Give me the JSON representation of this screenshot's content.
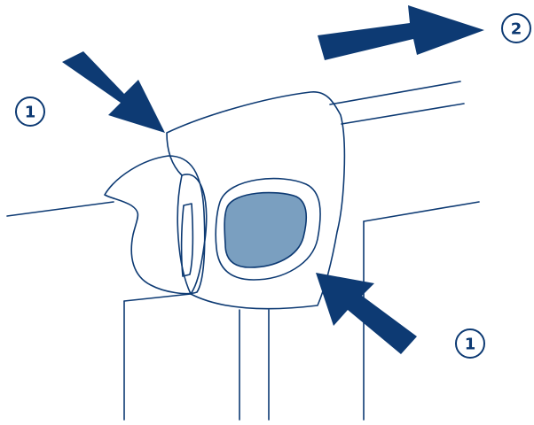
{
  "labels": {
    "step_top_left": "1",
    "step_top_right": "2",
    "step_bottom_right": "1"
  },
  "colors": {
    "line": "#0d3a73",
    "arrow": "#0d3a73",
    "window": "#7a9fc0",
    "background": "#ffffff"
  }
}
